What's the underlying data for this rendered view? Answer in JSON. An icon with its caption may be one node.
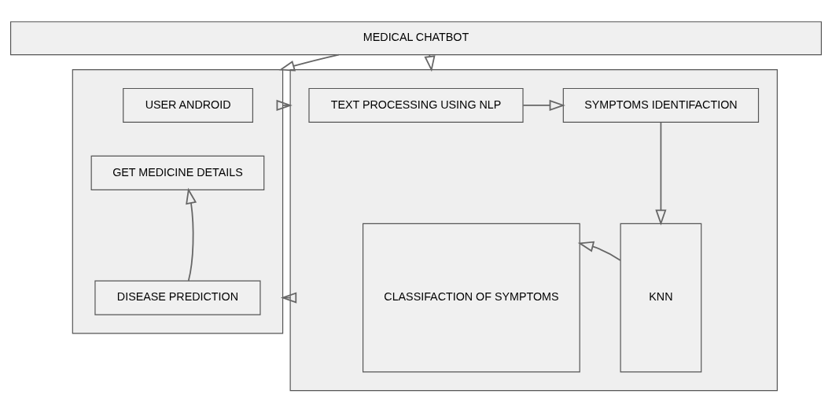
{
  "diagram": {
    "nodes": [
      {
        "text": [
          "MEDICAL CHATBOT"
        ]
      },
      {
        "text": [],
        "shape": "box"
      },
      {
        "text": [
          "USER ANDROID"
        ],
        "in": 1
      },
      {
        "text": [
          "GET MEDICINE DETAILS"
        ],
        "in": 1
      },
      {
        "text": [
          "DISEASE PREDICTION"
        ],
        "in": 1
      },
      {
        "text": [],
        "shape": "box"
      },
      {
        "text": [
          "TEXT PROCESSING USING NLP"
        ],
        "in": 5
      },
      {
        "text": [
          "SYMPTOMS IDENTIFACTION"
        ],
        "in": 5
      },
      {
        "text": [
          "CLASSIFACTION OF SYMPTOMS"
        ],
        "in": 5
      },
      {
        "text": [
          "KNN"
        ],
        "in": 5
      }
    ],
    "edges": [
      {
        "from": 0,
        "to": 1,
        "arrow": "to"
      },
      {
        "from": 0,
        "to": 5,
        "arrow": "to"
      },
      {
        "from": 1,
        "to": 5,
        "arrow": "to"
      },
      {
        "from": 6,
        "to": 7,
        "arrow": "to"
      },
      {
        "from": 7,
        "to": 9,
        "arrow": "to"
      },
      {
        "from": 9,
        "to": 8,
        "arrow": "to"
      },
      {
        "from": 5,
        "to": 1,
        "arrow": "to"
      },
      {
        "from": 4,
        "to": 3,
        "arrow": "to"
      }
    ]
  }
}
